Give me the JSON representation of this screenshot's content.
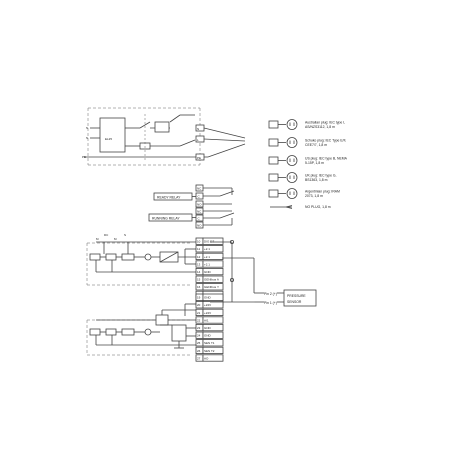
{
  "mains": {
    "label_l": "N",
    "label_n": "N",
    "label_pe": "PE",
    "filter_label": "EL25",
    "terminal_l": "N",
    "terminal_n": "L",
    "terminal_pe": "PE"
  },
  "plugs": [
    {
      "line1": "Australian plug: IEC type I,",
      "line2": "AS/NZS3112, 1,8 m"
    },
    {
      "line1": "Schuko plug: IEC Type E/F,",
      "line2": "CEE7/7, 1,8 m"
    },
    {
      "line1": "US plug: IEC type B, NEMA",
      "line2": "5-15P, 1,8 m"
    },
    {
      "line1": "UK plug: IEC type G,",
      "line2": "BS1363, 1,8 m"
    },
    {
      "line1": "Argentinian plug: IRAM",
      "line2": "2073, 1,8 m"
    },
    {
      "line1": "NO PLUG, 1,8 m",
      "line2": ""
    }
  ],
  "relays": {
    "ready": {
      "label": "READY RELAY",
      "t1": "NC",
      "t2": "C",
      "t3": "NO"
    },
    "running": {
      "label": "RUNNING RELAY",
      "t1": "NC",
      "t2": "C",
      "t3": "NO"
    }
  },
  "digital": {
    "labels": {
      "dc": "DC",
      "s": "S",
      "m1": "M",
      "m2": "M"
    },
    "terminals": [
      "10",
      "11",
      "12",
      "13",
      "14",
      "15",
      "16",
      "17",
      "18"
    ],
    "terminal_labels": [
      "DIG DT",
      "+2.1",
      "+2.1",
      "+2.1",
      "GND",
      "GENIbus A",
      "GENIbus Y",
      "GENIbus B",
      "GENIbus B"
    ]
  },
  "analog": {
    "terminals": [
      "19",
      "20",
      "21",
      "22",
      "23",
      "24",
      "25",
      "26",
      "27"
    ],
    "terminal_labels": [
      "GND",
      "+24V",
      "+24V",
      "AI1",
      "GND",
      "GND",
      "SEN T1",
      "SEN T2",
      "AO"
    ]
  },
  "pressure": {
    "pin2": "Pin 2 (+)",
    "pin1": "Pin 1 (+)",
    "sensor_line1": "PRESSURE",
    "sensor_line2": "SENSOR"
  }
}
